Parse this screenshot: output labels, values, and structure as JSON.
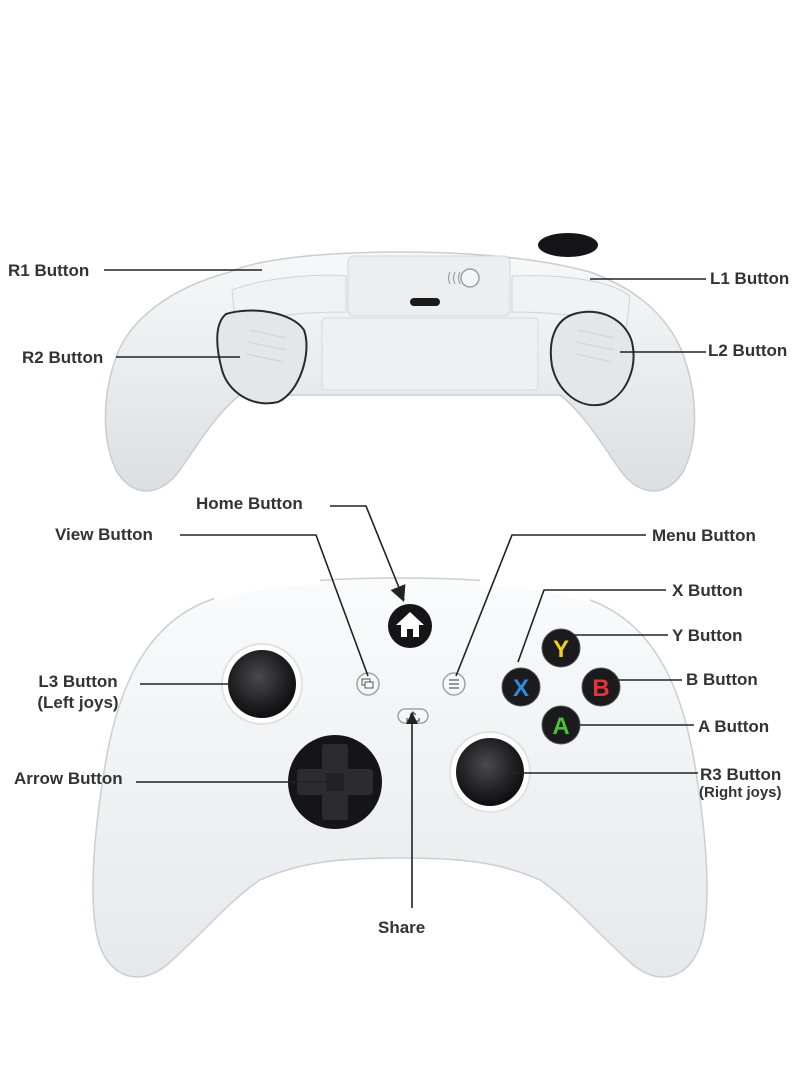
{
  "labels": {
    "r1": "R1 Button",
    "l1": "L1 Button",
    "r2": "R2 Button",
    "l2": "L2 Button",
    "home": "Home Button",
    "view": "View Button",
    "menu": "Menu Button",
    "x": "X Button",
    "y": "Y Button",
    "b": "B Button",
    "a": "A Button",
    "l3": "L3 Button",
    "l3_sub": "(Left joys)",
    "arrow": "Arrow Button",
    "r3": "R3 Button",
    "r3_sub": "(Right joys)",
    "share": "Share"
  },
  "face_buttons": {
    "y": "Y",
    "x": "X",
    "b": "B",
    "a": "A"
  },
  "icons": {
    "home": "home-icon",
    "view": "view-icon",
    "menu": "menu-icon",
    "share": "share-icon"
  },
  "colors": {
    "controller_body": "#f2f3f5",
    "controller_shadow": "#d8dadd",
    "button_black": "#1b1b1d",
    "y_color": "#f0d21a",
    "x_color": "#2a8ee0",
    "b_color": "#e3343a",
    "a_color": "#4fbf3a",
    "leader_line": "#222222",
    "label_text": "#333333"
  }
}
